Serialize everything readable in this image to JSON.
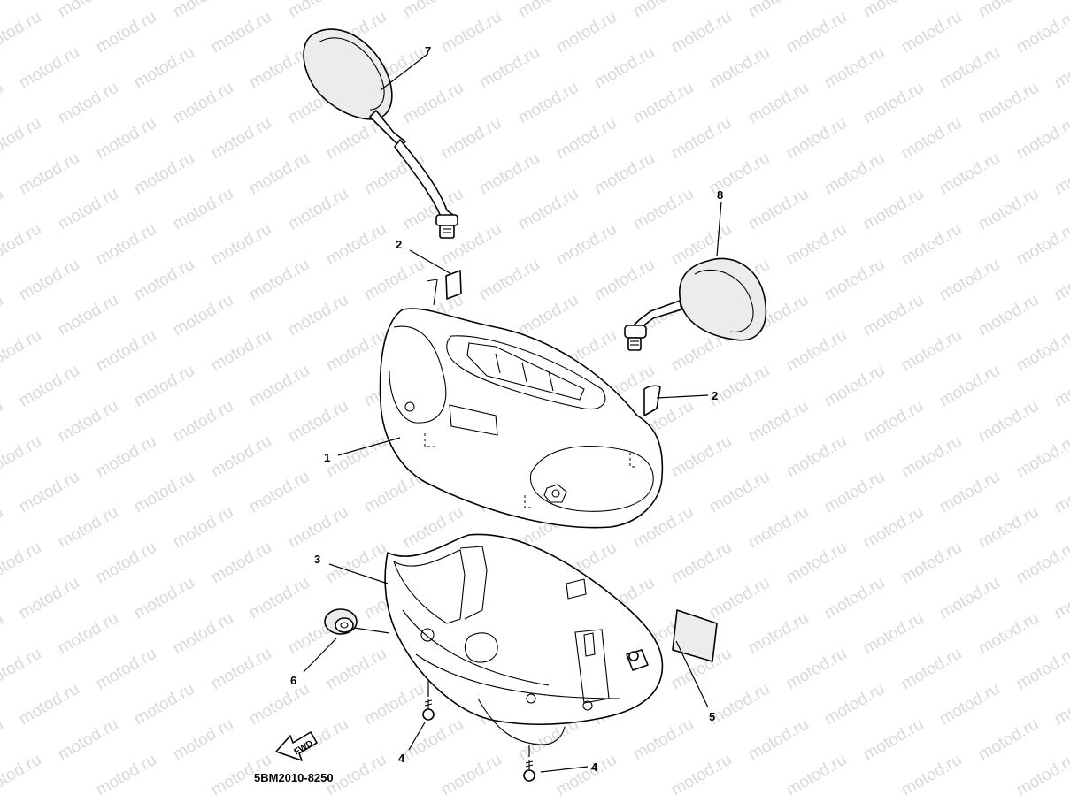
{
  "watermark": "motod.ru",
  "diagram_code": "5BM2010-8250",
  "fwd_label": "FWD",
  "callouts": {
    "c1": "1",
    "c2a": "2",
    "c2b": "2",
    "c3": "3",
    "c4a": "4",
    "c4b": "4",
    "c5": "5",
    "c6": "6",
    "c7": "7",
    "c8": "8"
  }
}
